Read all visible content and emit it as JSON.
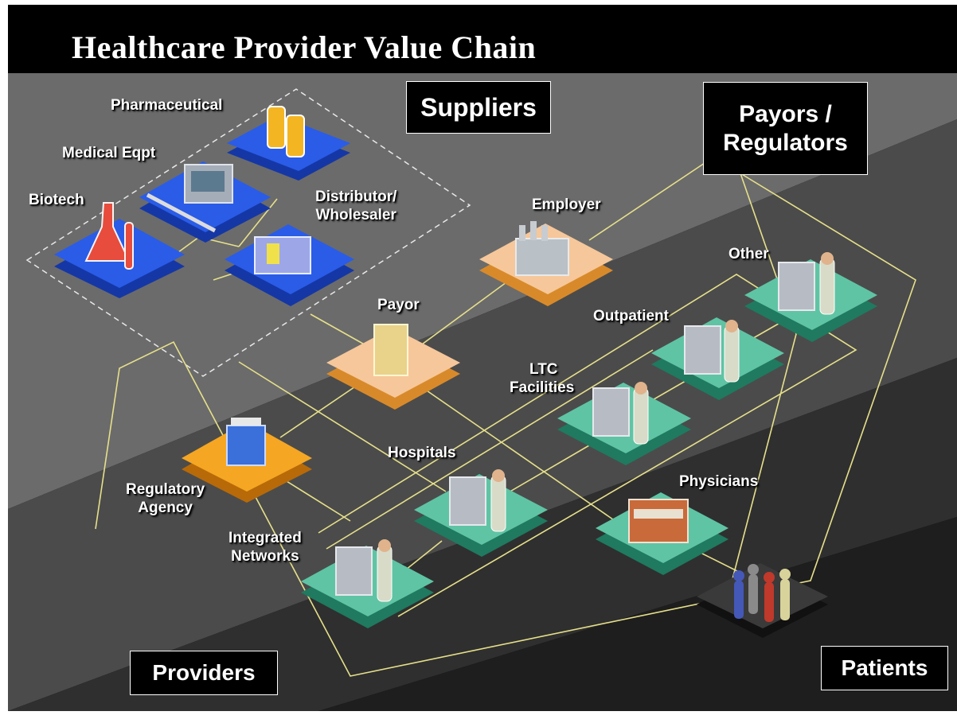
{
  "title": "Healthcare Provider Value Chain",
  "boxes": {
    "suppliers": "Suppliers",
    "payors_regulators_line1": "Payors /",
    "payors_regulators_line2": "Regulators",
    "providers": "Providers",
    "patients": "Patients"
  },
  "nodes": {
    "pharmaceutical": "Pharmaceutical",
    "medical_eqpt": "Medical Eqpt",
    "biotech": "Biotech",
    "distributor_line1": "Distributor/",
    "distributor_line2": "Wholesaler",
    "employer": "Employer",
    "payor": "Payor",
    "other": "Other",
    "outpatient": "Outpatient",
    "ltc_line1": "LTC",
    "ltc_line2": "Facilities",
    "hospitals": "Hospitals",
    "physicians": "Physicians",
    "regulatory_line1": "Regulatory",
    "regulatory_line2": "Agency",
    "integrated_line1": "Integrated",
    "integrated_line2": "Networks"
  },
  "colors": {
    "background": "#000000",
    "supplier_platform": "#1f4fd8",
    "payor_platform": "#f6c79a",
    "regulatory_platform": "#f5a623",
    "provider_platform": "#5fc4a4",
    "patient_platform": "#3a3a3a",
    "connector_line": "#e6e08a"
  }
}
